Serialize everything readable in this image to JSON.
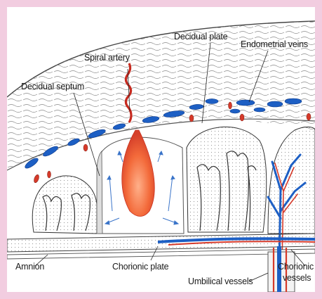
{
  "labels": {
    "spiral_artery": "Spiral artery",
    "decidual_plate": "Decidual plate",
    "endometrial_veins": "Endometrial veins",
    "decidual_septum": "Decidual septum",
    "amnion": "Amnion",
    "chorionic_plate": "Chorionic plate",
    "umbilical_vessels": "Umbilical vessels",
    "chorionic_vessels_line1": "Chorionic",
    "chorionic_vessels_line2": "vessels"
  },
  "colors": {
    "frame": "#f2cde0",
    "vein_blue": "#1d5fc4",
    "artery_red": "#d63a2a",
    "blood_orange": "#f06a3a",
    "outline": "#333333"
  }
}
